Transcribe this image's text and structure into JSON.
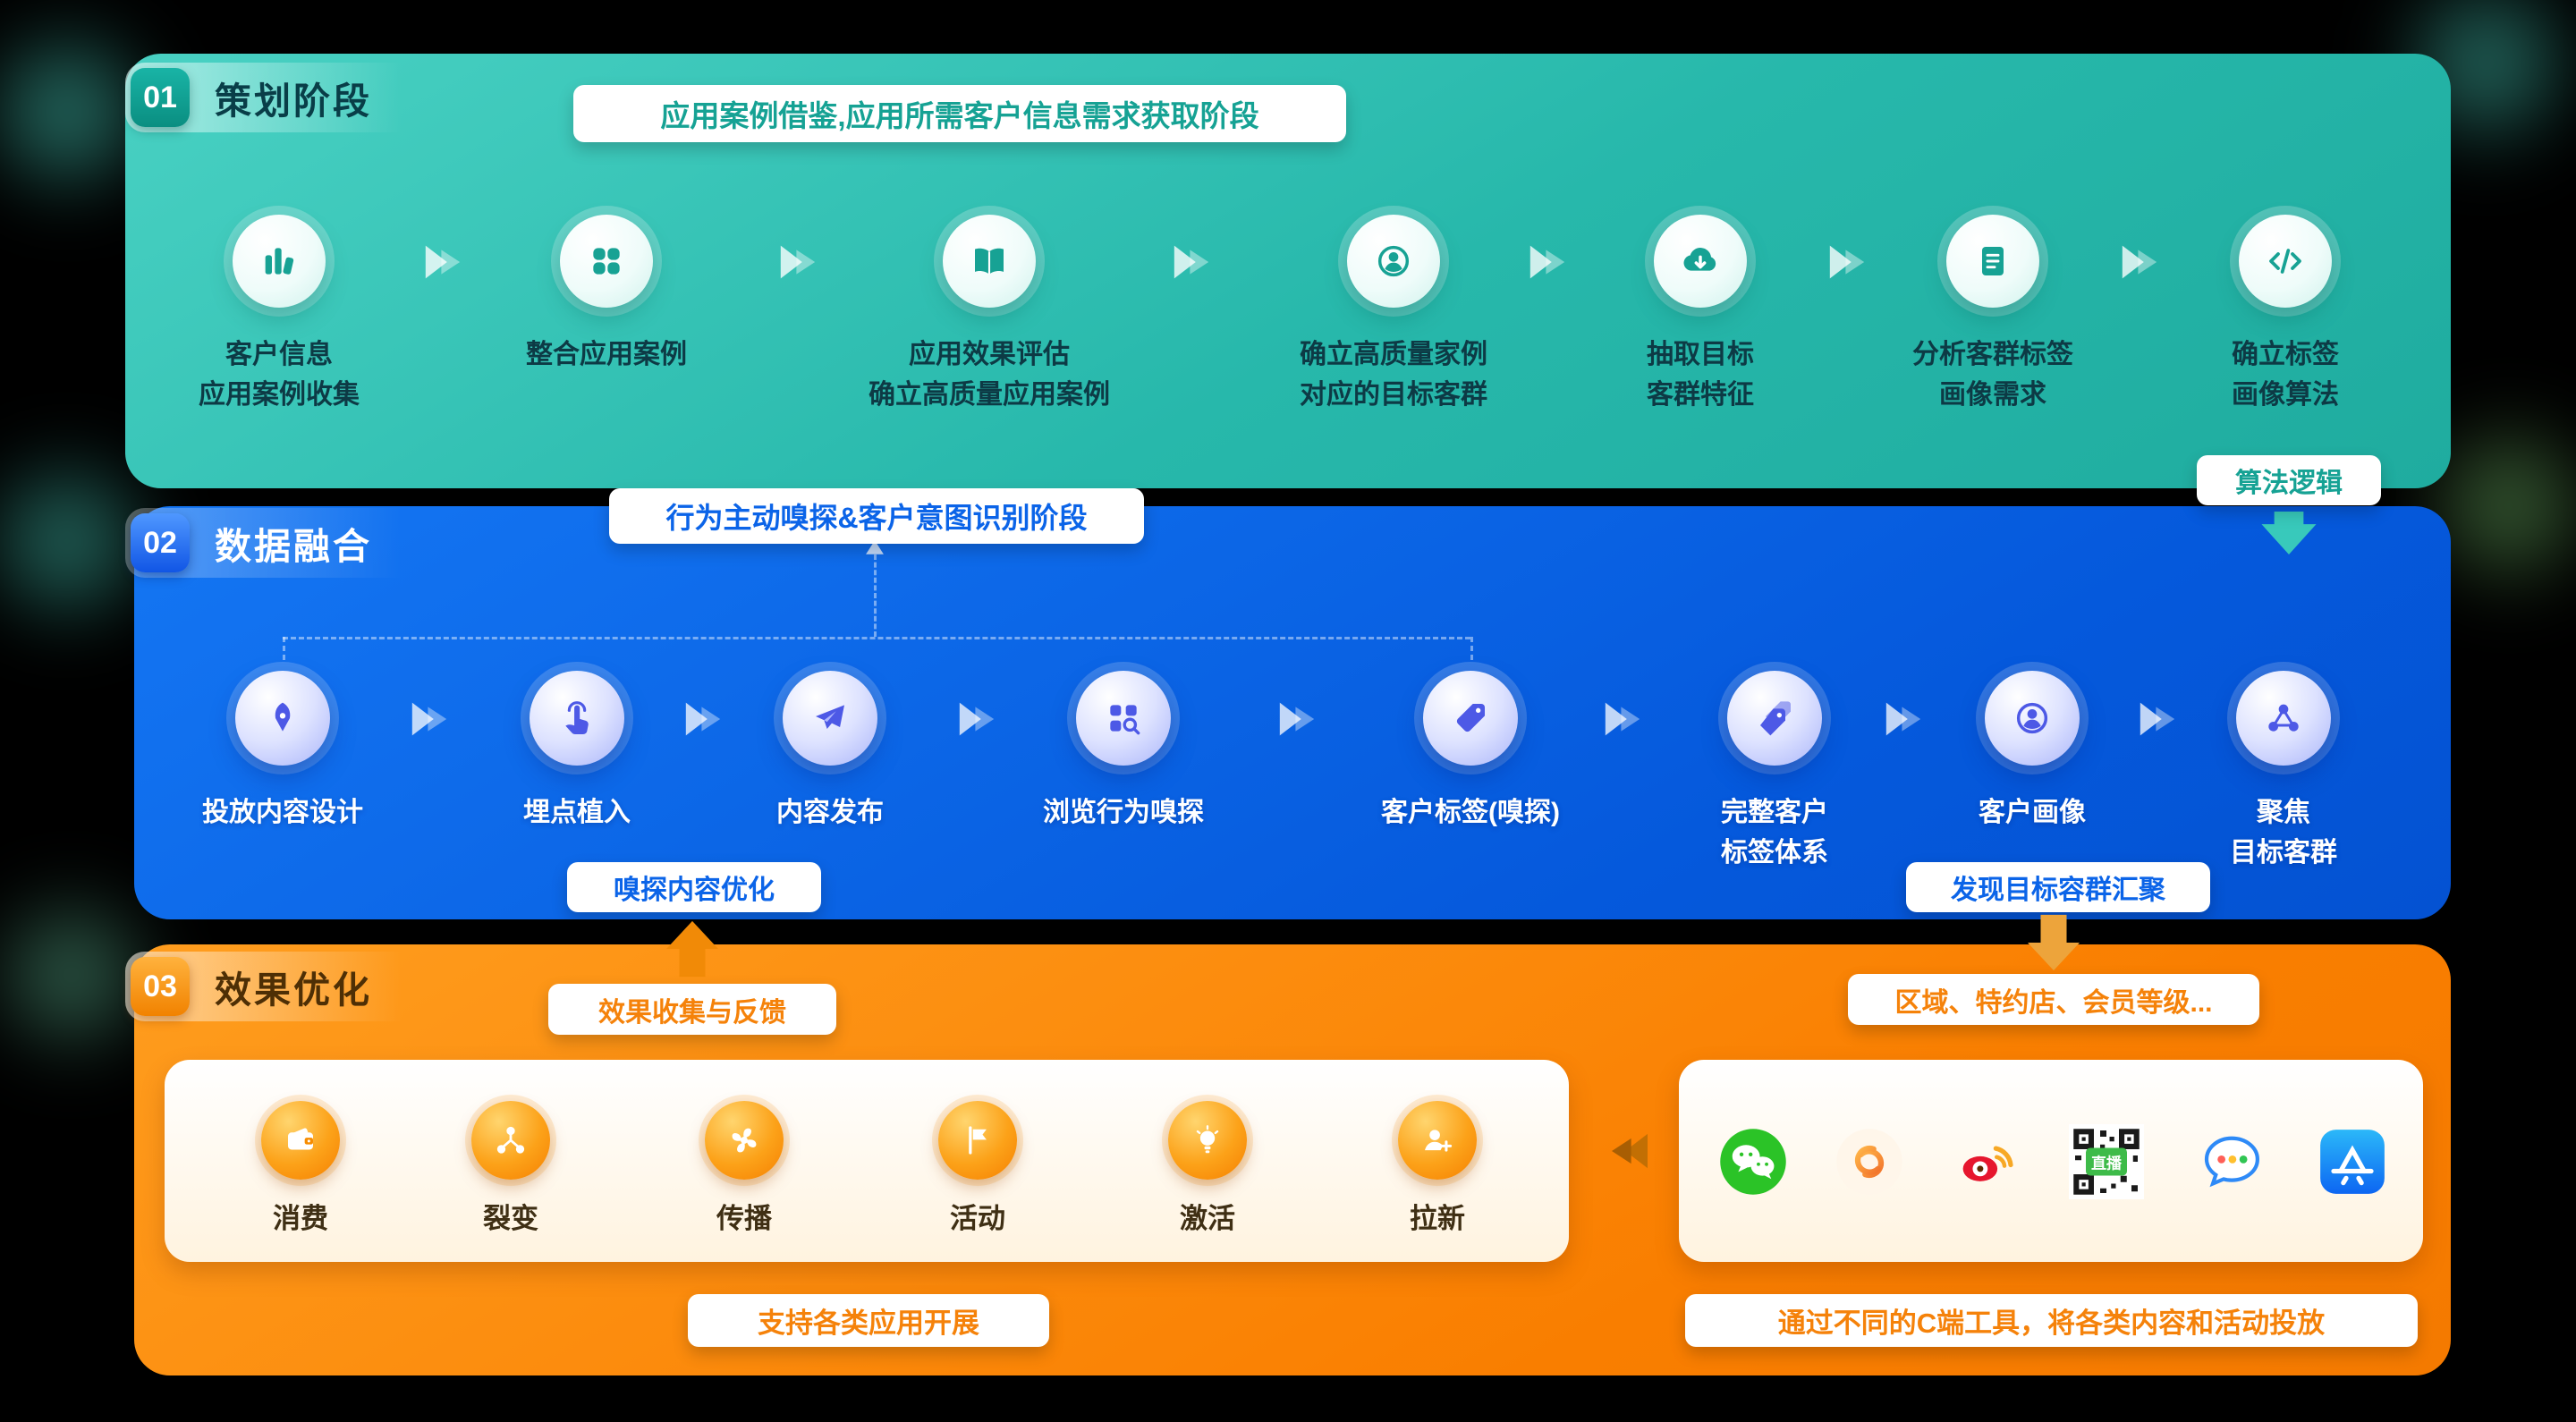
{
  "phase1": {
    "number": "01",
    "title": "策划阶段",
    "banner": "应用案例借鉴,应用所需客户信息需求获取阶段",
    "steps": [
      {
        "icon": "bar-chart-icon",
        "line1": "客户信息",
        "line2": "应用案例收集"
      },
      {
        "icon": "app-grid-icon",
        "line1": "整合应用案例",
        "line2": ""
      },
      {
        "icon": "open-book-icon",
        "line1": "应用效果评估",
        "line2": "确立高质量应用案例"
      },
      {
        "icon": "user-badge-icon",
        "line1": "确立高质量家例",
        "line2": "对应的目标客群"
      },
      {
        "icon": "cloud-download-icon",
        "line1": "抽取目标",
        "line2": "客群特征"
      },
      {
        "icon": "document-list-icon",
        "line1": "分析客群标签",
        "line2": "画像需求"
      },
      {
        "icon": "code-icon",
        "line1": "确立标签",
        "line2": "画像算法"
      }
    ],
    "algorithm_tag": "算法逻辑"
  },
  "phase2": {
    "number": "02",
    "title": "数据融合",
    "banner": "行为主动嗅探&客户意图识别阶段",
    "steps": [
      {
        "icon": "pen-icon",
        "line1": "投放内容设计",
        "line2": ""
      },
      {
        "icon": "tap-icon",
        "line1": "埋点植入",
        "line2": ""
      },
      {
        "icon": "send-icon",
        "line1": "内容发布",
        "line2": ""
      },
      {
        "icon": "browse-sniff-icon",
        "line1": "浏览行为嗅探",
        "line2": ""
      },
      {
        "icon": "tag-icon",
        "line1": "客户标签(嗅探)",
        "line2": ""
      },
      {
        "icon": "tags-icon",
        "line1": "完整客户",
        "line2": "标签体系"
      },
      {
        "icon": "user-circle-icon",
        "line1": "客户画像",
        "line2": ""
      },
      {
        "icon": "share-network-icon",
        "line1": "聚焦",
        "line2": "目标客群"
      }
    ],
    "tag_optimize": "嗅探内容优化",
    "tag_discover": "发现目标容群汇聚"
  },
  "phase3": {
    "number": "03",
    "title": "效果优化",
    "tag_feedback": "效果收集与反馈",
    "tag_region": "区域、特约店、会员等级...",
    "apps": [
      {
        "icon": "wallet-icon",
        "label": "消费"
      },
      {
        "icon": "split-icon",
        "label": "裂变"
      },
      {
        "icon": "fan-icon",
        "label": "传播"
      },
      {
        "icon": "flag-icon",
        "label": "活动"
      },
      {
        "icon": "bulb-icon",
        "label": "激活"
      },
      {
        "icon": "user-add-icon",
        "label": "拉新"
      }
    ],
    "channels": [
      "wechat-icon",
      "wechat-channels-icon",
      "weibo-icon",
      "qr-live-icon",
      "wecom-chat-icon",
      "appstore-icon"
    ],
    "qr_label": "直播",
    "caption_left": "支持各类应用开展",
    "caption_right": "通过不同的C端工具，将各类内容和活动投放"
  },
  "colors": {
    "phase1_bg": "#27B8AB",
    "phase2_bg": "#0A66E8",
    "phase3_bg": "#F98000",
    "pill_bg": "#FFFFFF",
    "teal_text": "#16A294",
    "blue_text": "#0B64E8",
    "orange_text": "#F5820A"
  }
}
